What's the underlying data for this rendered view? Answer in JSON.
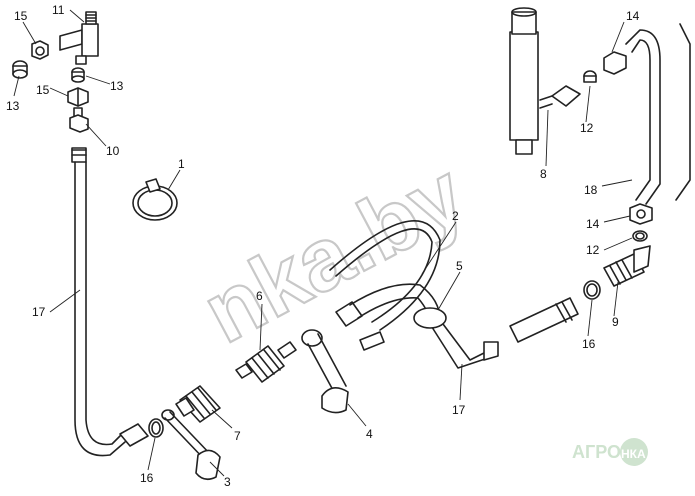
{
  "watermark": "nka.by",
  "logo": {
    "left": "АГРО",
    "right": "НКА"
  },
  "callouts": {
    "c1": "1",
    "c2": "2",
    "c3": "3",
    "c4": "4",
    "c5": "5",
    "c6": "6",
    "c7": "7",
    "c8": "8",
    "c9": "9",
    "c10": "10",
    "c11": "11",
    "c12a": "12",
    "c12b": "12",
    "c13a": "13",
    "c13b": "13",
    "c14a": "14",
    "c14b": "14",
    "c15a": "15",
    "c15b": "15",
    "c16a": "16",
    "c16b": "16",
    "c17a": "17",
    "c17b": "17",
    "c18": "18"
  },
  "colors": {
    "line": "#222222",
    "watermark": "#c8c8c8",
    "logo": "#cfe3cf"
  }
}
